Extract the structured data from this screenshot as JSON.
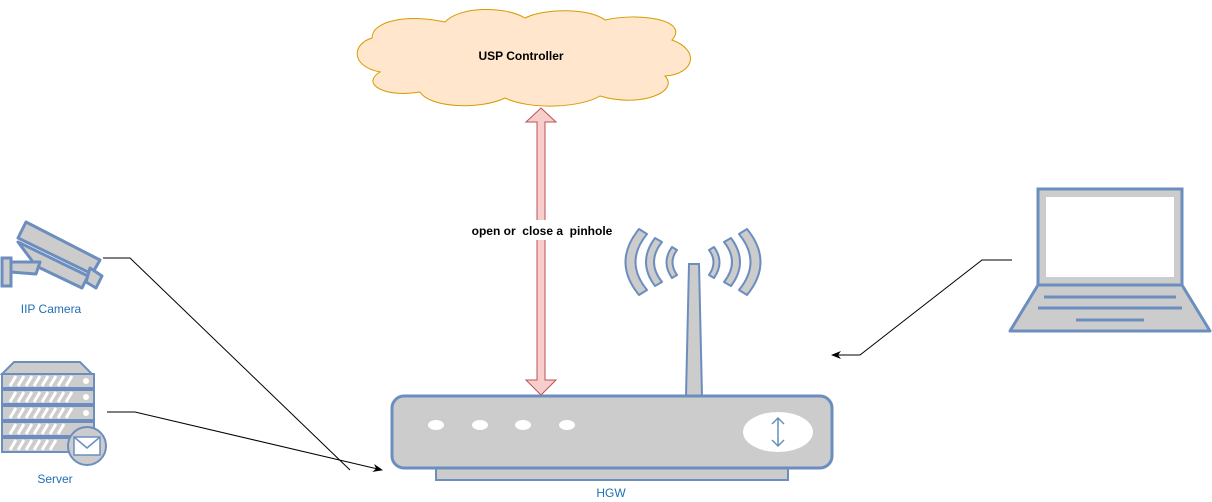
{
  "controller": {
    "label": "USP Controller"
  },
  "arrow_label": "open or  close a  pinhole",
  "devices": {
    "camera": {
      "label": "IIP Camera"
    },
    "server": {
      "label": "Server"
    },
    "router": {
      "label": "HGW"
    }
  },
  "colors": {
    "cloud_fill": "#ffe6cc",
    "cloud_stroke": "#d79b00",
    "arrow_fill": "#f8cecc",
    "arrow_stroke": "#b85450",
    "device_fill": "#cccccc",
    "device_stroke": "#6c8ebf",
    "label_blue": "#1f6fb5"
  },
  "icons": [
    "cloud-icon",
    "security-camera-icon",
    "server-icon",
    "mail-icon",
    "router-icon",
    "wifi-signal-icon",
    "laptop-icon"
  ]
}
